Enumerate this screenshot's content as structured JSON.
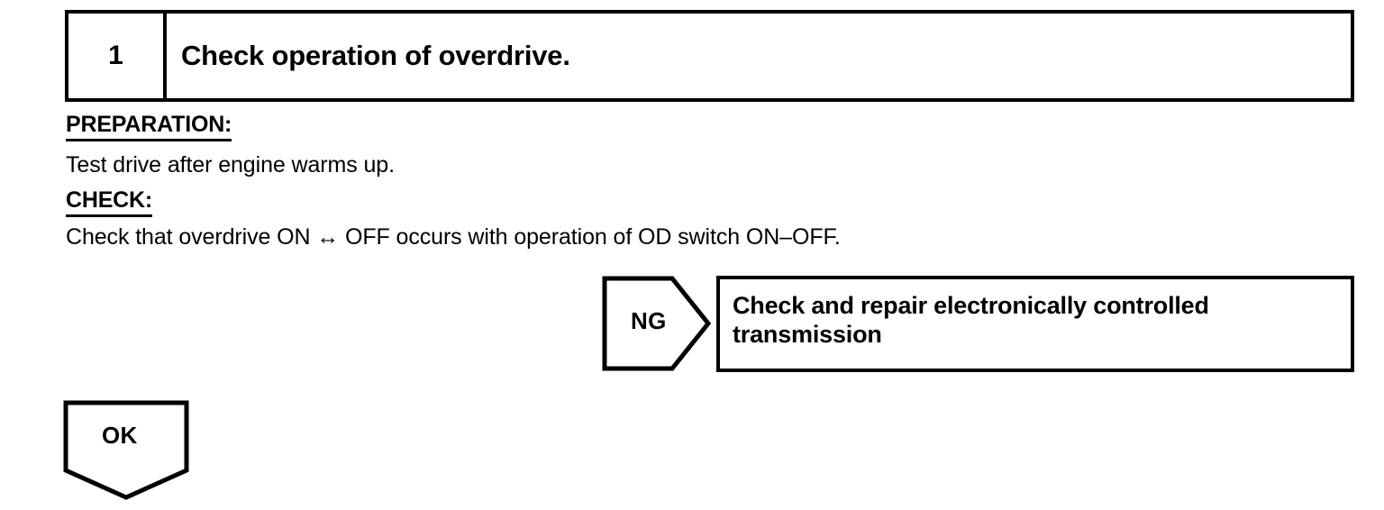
{
  "step": {
    "number": "1",
    "title": "Check operation of overdrive."
  },
  "body": {
    "preparation_heading": "PREPARATION:",
    "preparation_text": "Test drive after engine warms up.",
    "check_heading": "CHECK:",
    "check_text": "Check that overdrive ON ↔ OFF occurs with operation of OD switch ON–OFF."
  },
  "branches": {
    "ng": {
      "label": "NG",
      "result_line_1": "Check and repair electronically controlled",
      "result_line_2": "transmission"
    },
    "ok": {
      "label": "OK"
    }
  },
  "colors": {
    "ink": "#000000",
    "paper": "#ffffff"
  }
}
